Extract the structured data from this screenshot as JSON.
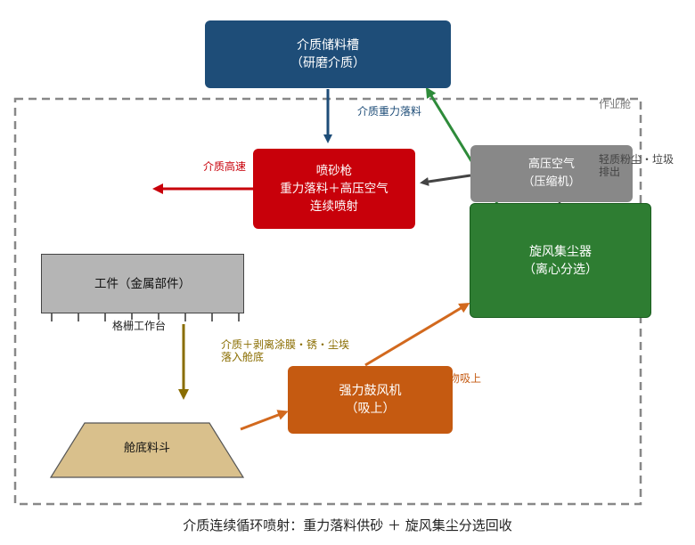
{
  "chamber": {
    "label": "作业舱"
  },
  "media_tank": {
    "line1": "介质储料槽",
    "line2": "（研磨介质）"
  },
  "blast_gun": {
    "line1": "喷砂枪",
    "line2": "重力落料＋高压空气",
    "line3": "连续喷射"
  },
  "compressed_air": {
    "line1": "高压空气",
    "line2": "（压缩机）"
  },
  "cyclone": {
    "line1": "旋风集尘器",
    "line2": "（离心分选）"
  },
  "workpiece": {
    "label": "工件（金属部件）",
    "grate_label": "格栅工作台"
  },
  "hopper": {
    "label": "舱底料斗"
  },
  "blower": {
    "line1": "强力鼓风机",
    "line2": "（吸上）"
  },
  "edges": {
    "gravity_feed": "介质重力落料",
    "high_speed": "介质高速",
    "fall_line1": "介质＋剥离涂膜・锈・尘埃",
    "fall_line2": "落入舱底",
    "suction": "吻吸上",
    "exhaust_line1": "轻质粉尘・垃圾",
    "exhaust_line2": "排出"
  },
  "caption": "介质连续循环喷射：重力落料供砂 ＋ 旋风集尘分选回收",
  "colors": {
    "tank": "#1e4d78",
    "gun": "#c8000a",
    "air": "#888888",
    "cyclone": "#2e7d32",
    "workpiece": "#b5b5b5",
    "hopper": "#d9c08c",
    "blower": "#c55a11",
    "fall_arrow": "#8a6d00",
    "exhaust_arrow": "#555555"
  }
}
